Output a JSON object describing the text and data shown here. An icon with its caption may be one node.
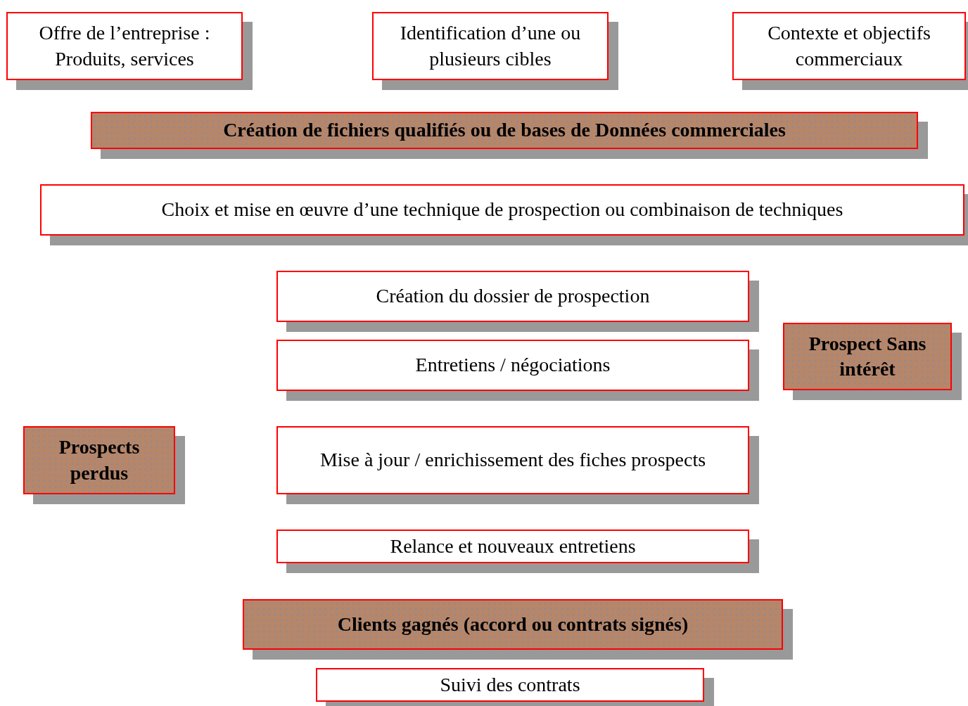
{
  "diagram": {
    "nodes": [
      {
        "text": [
          "Offre de l’entreprise : Produits, services"
        ]
      },
      {
        "text": [
          "Identification d’une ou plusieurs cibles"
        ]
      },
      {
        "text": [
          "Contexte et objectifs commerciaux"
        ]
      },
      {
        "text": [
          "Création de fichiers qualifiés ou de bases de Données commerciales"
        ]
      },
      {
        "text": [
          "Choix et mise en œuvre d’une technique de prospection ou combinaison de techniques"
        ]
      },
      {
        "text": [
          "Création du dossier de prospection"
        ]
      },
      {
        "text": [
          "Entretiens / négociations"
        ]
      },
      {
        "text": [
          "Prospect Sans intérêt"
        ]
      },
      {
        "text": [
          "Prospects perdus"
        ]
      },
      {
        "text": [
          "Mise à jour / enrichissement des fiches prospects"
        ]
      },
      {
        "text": [
          "Relance et nouveaux entretiens"
        ]
      },
      {
        "text": [
          "Clients gagnés (accord ou contrats signés)"
        ]
      },
      {
        "text": [
          "Suivi des contrats"
        ]
      }
    ],
    "edges": []
  }
}
